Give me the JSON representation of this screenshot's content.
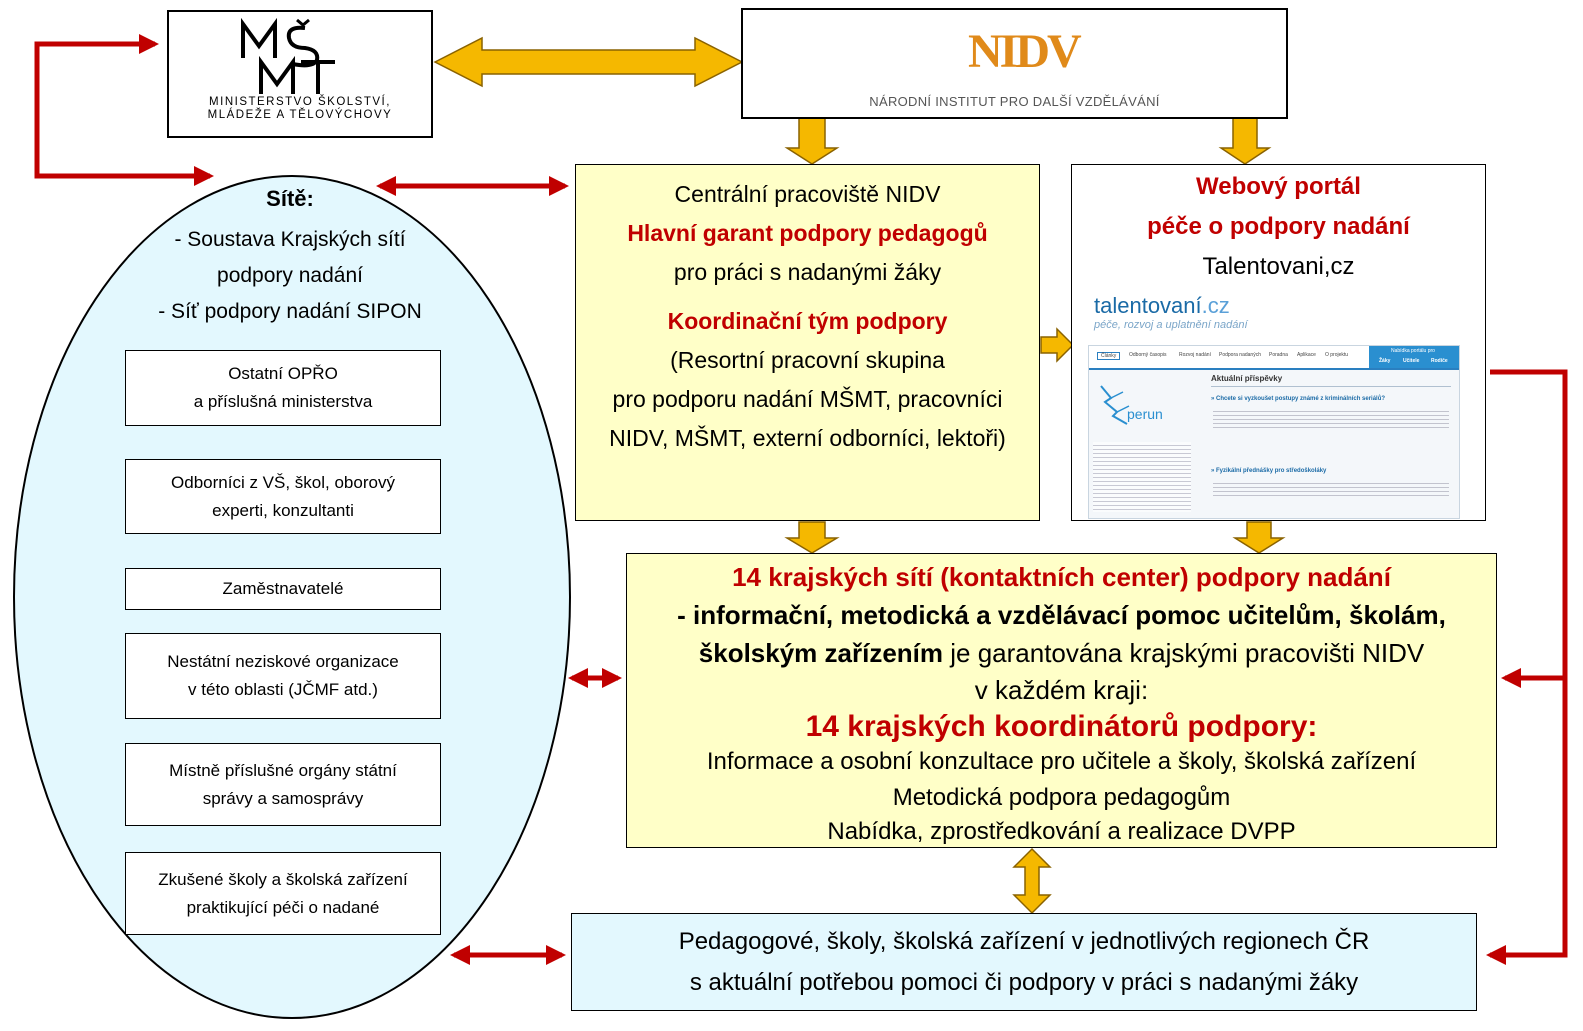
{
  "msmt": {
    "logo_mark": "MŠMT",
    "name_line1": "MINISTERSTVO ŠKOLSTVÍ,",
    "name_line2": "MLÁDEŽE A TĚLOVÝCHOVY"
  },
  "nidv": {
    "logo_mark": "NIDV",
    "name": "NÁRODNÍ INSTITUT PRO DALŠÍ VZDĚLÁVÁNÍ"
  },
  "networks": {
    "title": "Sítě:",
    "line1": "- Soustava Krajských sítí",
    "line2": "podpory nadání",
    "line3": "- Síť podpory nadání SIPON",
    "boxes": [
      {
        "line1": "Ostatní OPŘO",
        "line2": "a příslušná ministerstva"
      },
      {
        "line1": "Odborníci z VŠ, škol, oborový",
        "line2": "experti, konzultanti"
      },
      {
        "line1": "Zaměstnavatelé"
      },
      {
        "line1": "Nestátní neziskové organizace",
        "line2": "v této oblasti (JČMF atd.)"
      },
      {
        "line1": "Místně příslušné orgány státní",
        "line2": "správy a samosprávy"
      },
      {
        "line1": "Zkušené školy a školská zařízení",
        "line2": "praktikující péči o nadané"
      }
    ]
  },
  "central": {
    "line1": "Centrální pracoviště NIDV",
    "line2": "Hlavní garant podpory pedagogů",
    "line3": "pro práci s nadanými žáky",
    "line4": "Koordinační tým podpory",
    "line5": "(Resortní pracovní skupina",
    "line6": "pro podporu nadání MŠMT, pracovníci",
    "line7": "NIDV, MŠMT, externí odborníci, lektoři)"
  },
  "portal": {
    "title1": "Webový portál",
    "title2": "péče o podpory nadání",
    "site": "Talentovani,cz",
    "logo_main": "talentovaní",
    "logo_tld": ".cz",
    "logo_sub": "péče, rozvoj a uplatnění nadání",
    "shot_tabs": [
      "Články",
      "Odborný časopis",
      "Rozvoj nadání",
      "Podpora nadaných",
      "Poradna",
      "Aplikace",
      "O projektu"
    ],
    "shot_panel_title": "Nabídka portálu pro",
    "shot_panel_items": [
      "Žáky",
      "Učitele",
      "Rodiče"
    ],
    "shot_perun": "perun",
    "shot_heading": "Aktuální příspěvky",
    "shot_link1": "» Chcete si vyzkoušet postupy známé z kriminálních seriálů?",
    "shot_link2": "» Fyzikální přednášky pro středoškoláky"
  },
  "regional": {
    "line1": "14 krajských sítí (kontaktních center) podpory nadání",
    "line2": "- informační, metodická a vzdělávací pomoc učitelům, školám,",
    "line3_bold": "školským zařízením",
    "line3_rest": " je garantována krajskými pracovišti NIDV",
    "line4": "v každém kraji:",
    "line5": "14 krajských koordinátorů podpory:",
    "line6": "Informace a osobní konzultace pro učitele a školy, školská zařízení",
    "line7": "Metodická podpora pedagogům",
    "line8": "Nabídka, zprostředkování a realizace DVPP"
  },
  "bottom": {
    "line1": "Pedagogové, školy, školská zařízení v jednotlivých regionech ČR",
    "line2": "s aktuální potřebou pomoci či podpory v práci s nadanými žáky"
  },
  "colors": {
    "connector_red": "#c00000",
    "arrow_gold": "#f5b800",
    "arrow_outline": "#8a6200",
    "central_fill": "#ffffc8",
    "ellipse_fill": "#e3f8fe",
    "title_red": "#c00000"
  }
}
